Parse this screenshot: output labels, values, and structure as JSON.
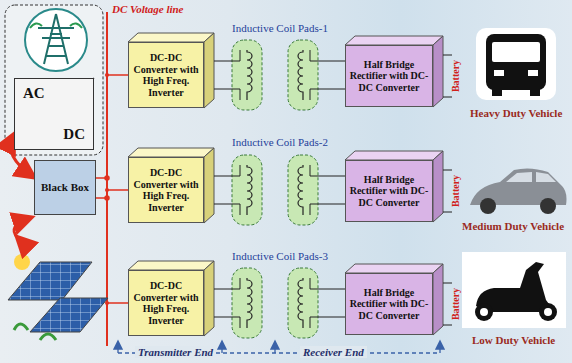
{
  "diagram": {
    "nodes": [
      {
        "text": [
          "AC",
          "DC"
        ]
      },
      {
        "text": [
          "Black Box"
        ]
      },
      {
        "text": [
          "DC-DC Converter with High Freq. Inverter"
        ]
      },
      {
        "text": [
          "Half Bridge Rectifier with DC-DC Converter"
        ]
      },
      {
        "text": [
          "DC-DC Converter with High Freq. Inverter"
        ]
      },
      {
        "text": [
          "Half Bridge Rectifier with DC-DC Converter"
        ]
      },
      {
        "text": [
          "DC-DC Converter with High Freq. Inverter"
        ]
      },
      {
        "text": [
          "Half Bridge Rectifier with DC-DC Converter"
        ]
      }
    ],
    "edges": [
      {
        "from": 0,
        "to": 1,
        "arrow": "both"
      }
    ],
    "labels": [
      "DC Voltage line",
      "Inductive Coil Pads-1",
      "Inductive Coil Pads-2",
      "Inductive Coil Pads-3",
      "Battery",
      "Heavy Duty Vehicle",
      "Battery",
      "Medium Duty Vehicle",
      "Battery",
      "Low Duty Vehicle",
      "Transmitter End",
      "Receiver End"
    ]
  }
}
